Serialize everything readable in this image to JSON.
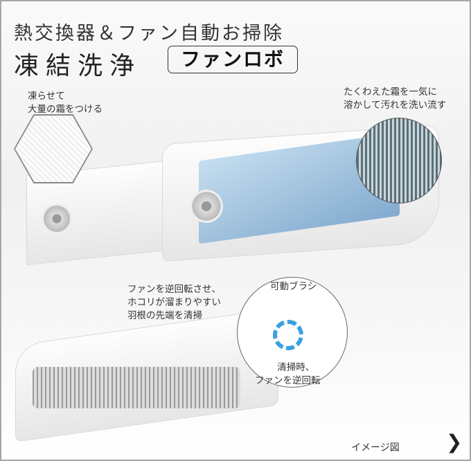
{
  "header": {
    "subtitle": "熱交換器＆ファン自動お掃除",
    "title": "凍結洗浄",
    "badge": "ファンロボ"
  },
  "notes": {
    "frost": [
      "凍らせて",
      "大量の霜をつける"
    ],
    "melt": [
      "たくわえた霜を一気に",
      "溶かして汚れを洗い流す"
    ],
    "fan": [
      "ファンを逆回転させ、",
      "ホコリが溜まりやすい",
      "羽根の先端を清掃"
    ],
    "brush": "可動ブラシ",
    "reverse": [
      "清掃時、",
      "ファンを逆回転"
    ]
  },
  "footer": {
    "caption": "イメージ図",
    "next_icon": "chevron-right-icon"
  },
  "colors": {
    "fan_ring": "#3aa0e0",
    "coil_blue": "#6f9fc9"
  }
}
